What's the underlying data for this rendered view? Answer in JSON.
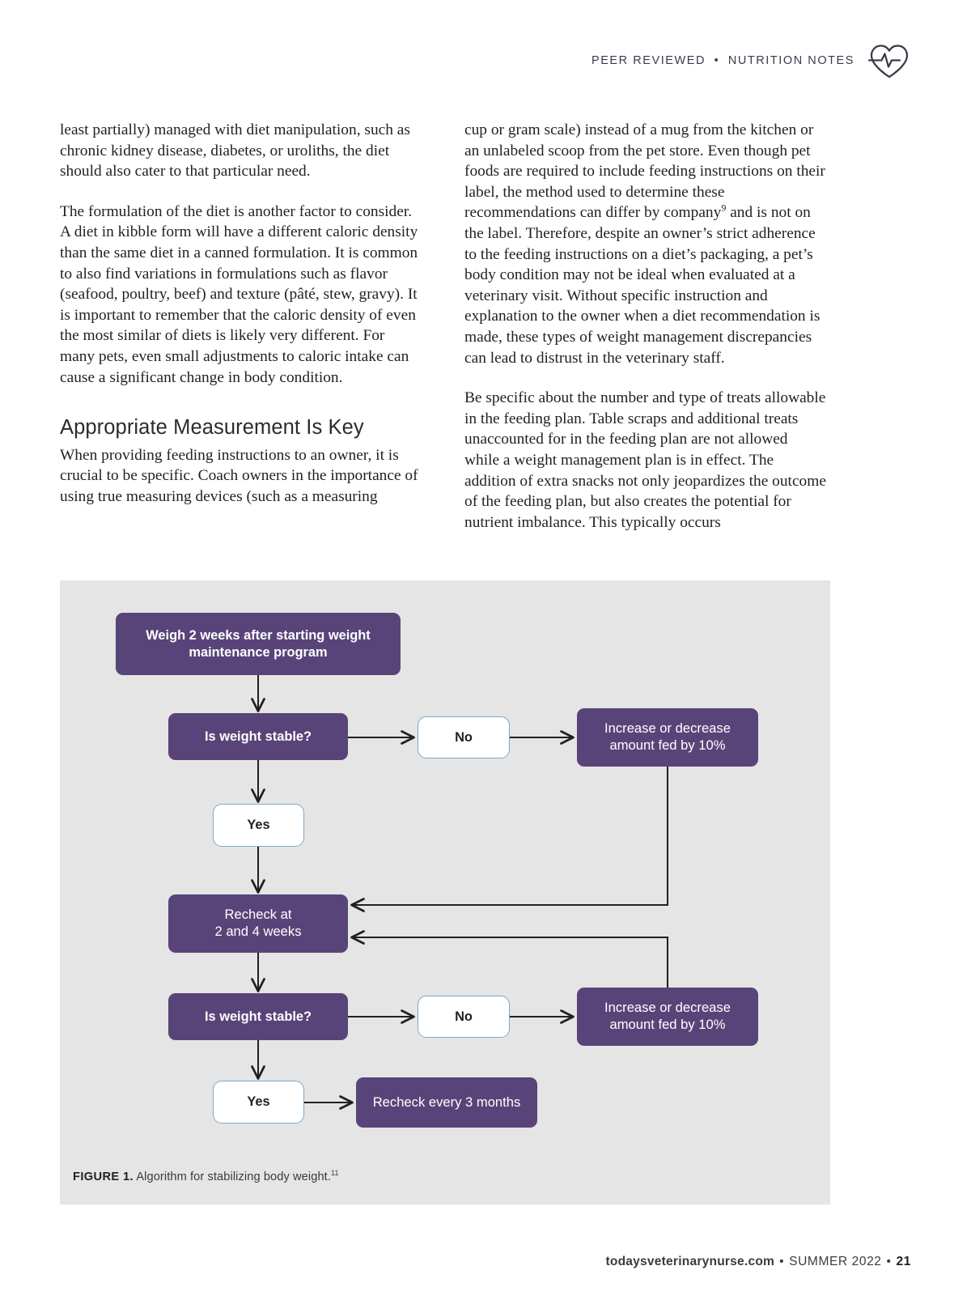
{
  "running_head": {
    "left_label": "PEER REVIEWED",
    "separator": "•",
    "right_label": "NUTRITION NOTES",
    "logo_name": "heart-pulse-logo"
  },
  "body": {
    "left_column": {
      "paragraph_1": "least partially) managed with diet manipulation, such as chronic kidney disease, diabetes, or uroliths, the diet should also cater to that particular need.",
      "paragraph_2": "The formulation of the diet is another factor to consider. A diet in kibble form will have a different caloric density than the same diet in a canned formulation. It is common to also find variations in formulations such as flavor (seafood, poultry, beef) and texture (pâté, stew, gravy). It is important to remember that the caloric density of even the most similar of diets is likely very different. For many pets, even small adjustments to caloric intake can cause a significant change in body condition.",
      "heading": "Appropriate Measurement Is Key",
      "paragraph_3": "When providing feeding instructions to an owner, it is crucial to be specific. Coach owners in the importance of using true measuring devices (such as a measuring"
    },
    "right_column": {
      "paragraph_1_part1": "cup or gram scale) instead of a mug from the kitchen or an unlabeled scoop from the pet store. Even though pet foods are required to include feeding instructions on their label, the method used to determine these recommendations can differ by company",
      "paragraph_1_ref": "9",
      "paragraph_1_part2": " and is not on the label. Therefore, despite an owner’s strict adherence to the feeding instructions on a diet’s packaging, a pet’s body condition may not be ideal when evaluated at a veterinary visit. Without specific instruction and explanation to the owner when a diet recommendation is made, these types of weight management discrepancies can lead to distrust in the veterinary staff.",
      "paragraph_2": "Be specific about the number and type of treats allowable in the feeding plan. Table scraps and additional treats unaccounted for in the feeding plan are not allowed while a weight management plan is in effect. The addition of extra snacks not only jeopardizes the outcome of the feeding plan, but also creates the potential for nutrient imbalance. This typically occurs"
    }
  },
  "figure": {
    "caption_label": "FIGURE 1.",
    "caption_text": " Algorithm for stabilizing body weight.",
    "caption_ref": "11",
    "panel_background": "#e5e5e5",
    "accent_purple": "#594479",
    "decision_border": "#7fa8c4",
    "nodes": {
      "weigh": "Weigh 2 weeks after starting weight maintenance program",
      "stable_1": "Is weight stable?",
      "no_1": "No",
      "adjust_1": "Increase or decrease amount fed by 10%",
      "yes_1": "Yes",
      "recheck_2_4": "Recheck at\n2 and 4 weeks",
      "stable_2": "Is weight stable?",
      "no_2": "No",
      "adjust_2": "Increase or decrease amount fed by 10%",
      "yes_2": "Yes",
      "recheck_3_months": "Recheck every 3 months"
    }
  },
  "footer": {
    "site": "todaysveterinarynurse.com",
    "dot_1": "•",
    "issue": "SUMMER 2022",
    "dot_2": "•",
    "page_number": "21"
  }
}
